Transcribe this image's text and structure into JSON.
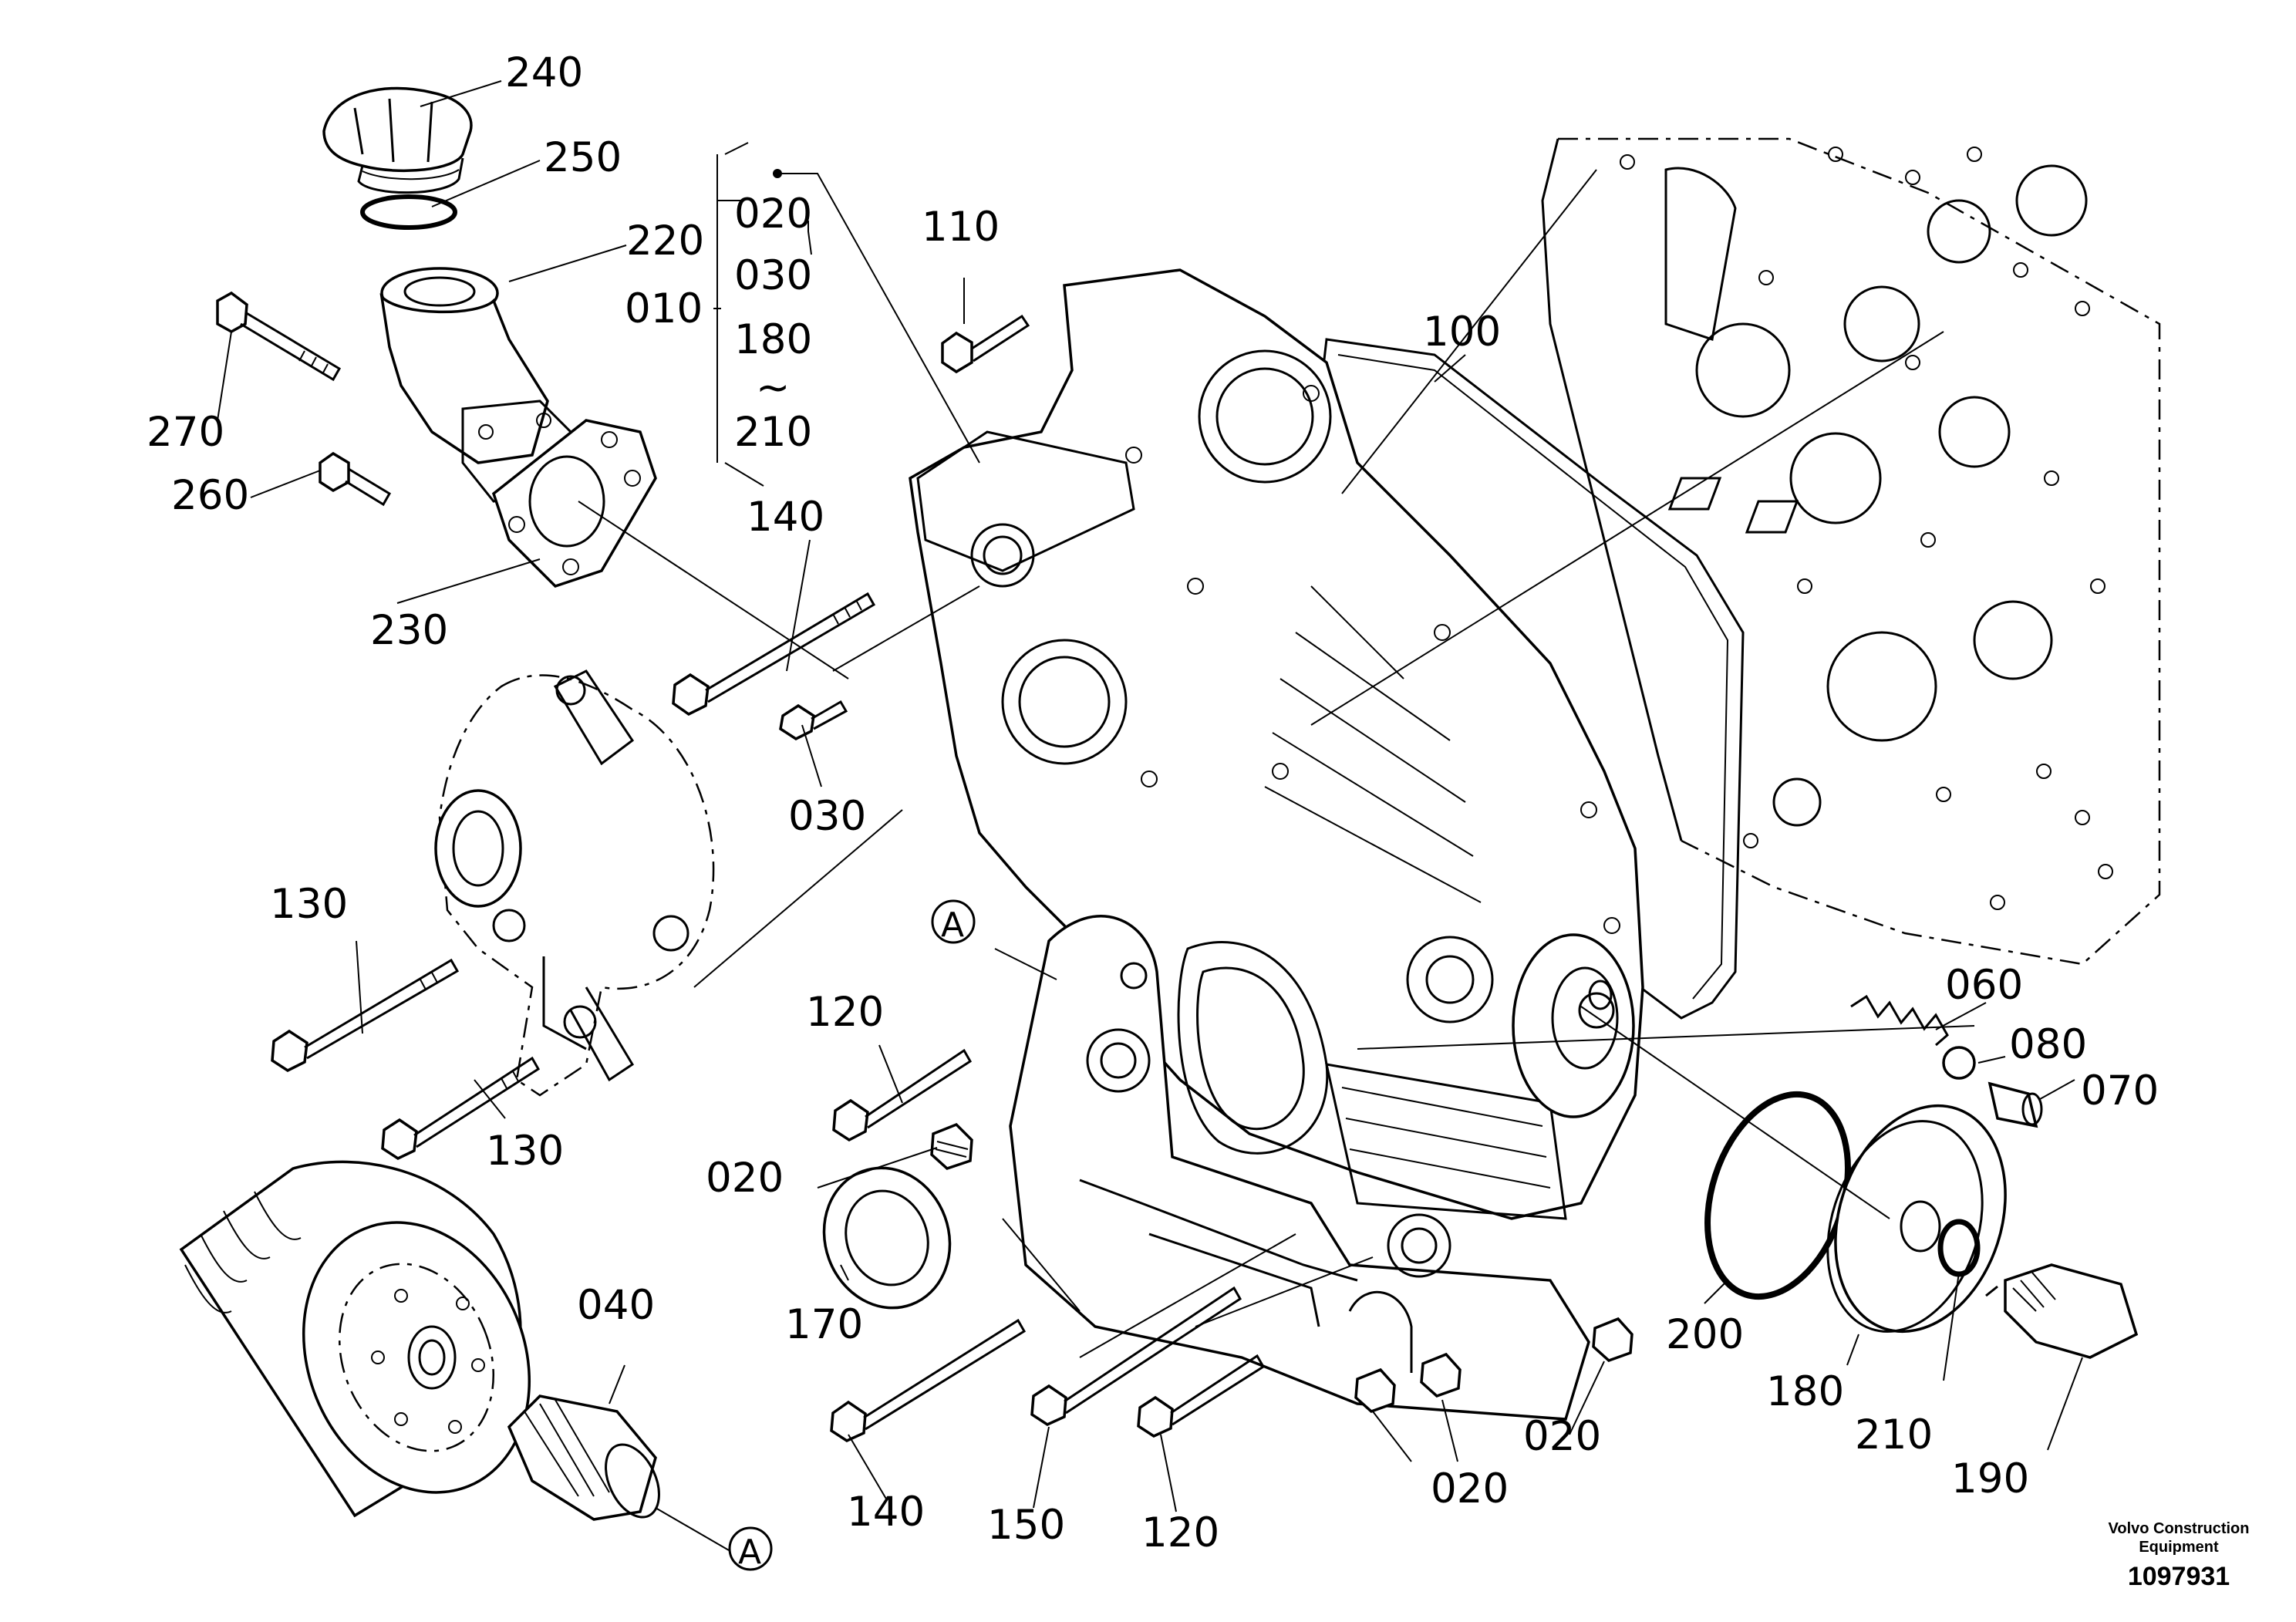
{
  "callouts": {
    "c240": "240",
    "c250": "250",
    "c220": "220",
    "c270": "270",
    "c260": "260",
    "c230": "230",
    "g020": "020",
    "g030": "030",
    "g180": "180",
    "g_sep": "~",
    "g210": "210",
    "g010": "010",
    "c110": "110",
    "c100": "100",
    "c140a": "140",
    "c030": "030",
    "c130a": "130",
    "c130b": "130",
    "c120a": "120",
    "c020a": "020",
    "c170": "170",
    "cA1": "A",
    "c060": "060",
    "c080": "080",
    "c070": "070",
    "c200": "200",
    "c180": "180",
    "c210": "210",
    "c190": "190",
    "c040": "040",
    "cA2": "A",
    "c140b": "140",
    "c150": "150",
    "c120b": "120",
    "c020b": "020",
    "c020c": "020"
  },
  "footer": {
    "brand_line1": "Volvo Construction",
    "brand_line2": "Equipment",
    "ref_number": "1097931"
  }
}
